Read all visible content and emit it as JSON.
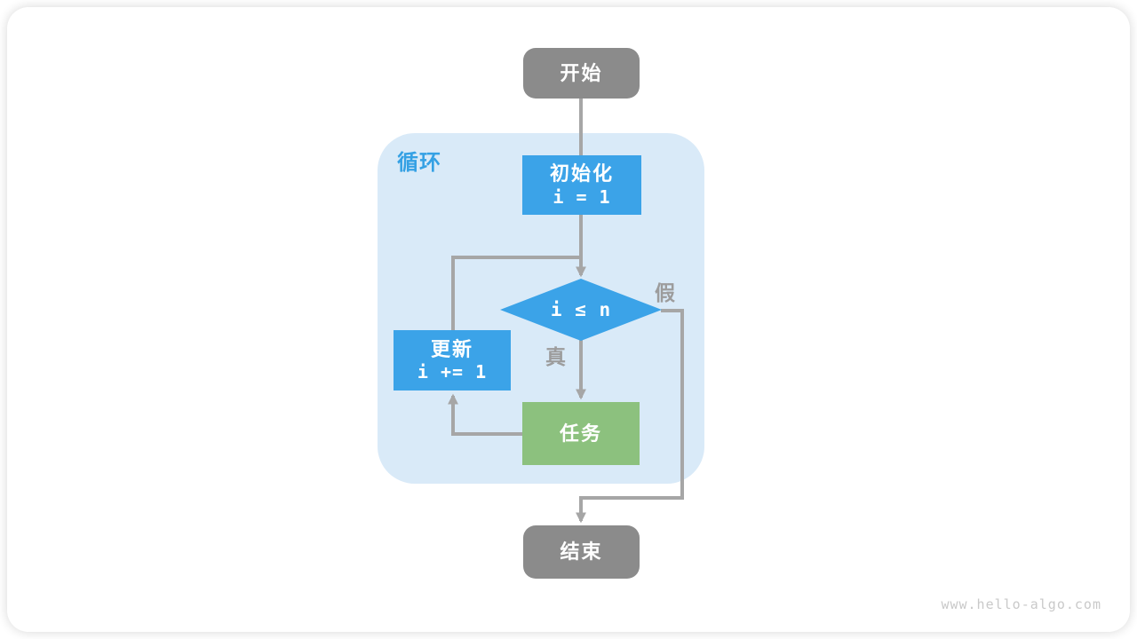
{
  "watermark": "www.hello-algo.com",
  "loop_container": {
    "label": "循环"
  },
  "nodes": {
    "start": {
      "label": "开始"
    },
    "init": {
      "title": "初始化",
      "code": "i = 1"
    },
    "cond": {
      "code": "i ≤ n"
    },
    "update": {
      "title": "更新",
      "code": "i += 1"
    },
    "task": {
      "label": "任务"
    },
    "end": {
      "label": "结束"
    }
  },
  "edge_labels": {
    "true_label": "真",
    "false_label": "假"
  },
  "colors": {
    "process_blue": "#3BA3E8",
    "task_green": "#8CC17E",
    "terminal_gray": "#8B8B8B",
    "loop_background": "#D9EAF8",
    "line_gray": "#A6A6A6",
    "loop_label_blue": "#35A1E4",
    "edge_label_gray": "#9C9C9C"
  }
}
